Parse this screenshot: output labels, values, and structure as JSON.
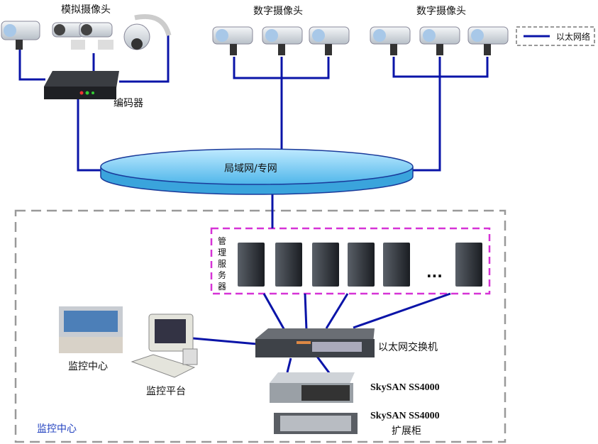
{
  "labels": {
    "analog_cameras": "模拟摄像头",
    "encoder": "编码器",
    "digital_cameras_1": "数字摄像头",
    "digital_cameras_2": "数字摄像头",
    "legend_ethernet": "以太网络",
    "network": "局域网/专网",
    "management_servers": "管理服务器",
    "ellipsis": "...",
    "ethernet_switch": "以太网交换机",
    "storage": "SkySAN SS4000",
    "storage_expansion": "SkySAN SS4000",
    "storage_expansion_sub": "扩展柜",
    "monitoring_center_photo": "监控中心",
    "monitoring_platform": "监控平台",
    "monitoring_center_zone": "监控中心"
  },
  "colors": {
    "link": "#0a14a8",
    "network_fill": "#7fd0f5",
    "server_group_border": "#d633d6",
    "zone_border": "#999999",
    "zone_label": "#1f3fbf"
  }
}
